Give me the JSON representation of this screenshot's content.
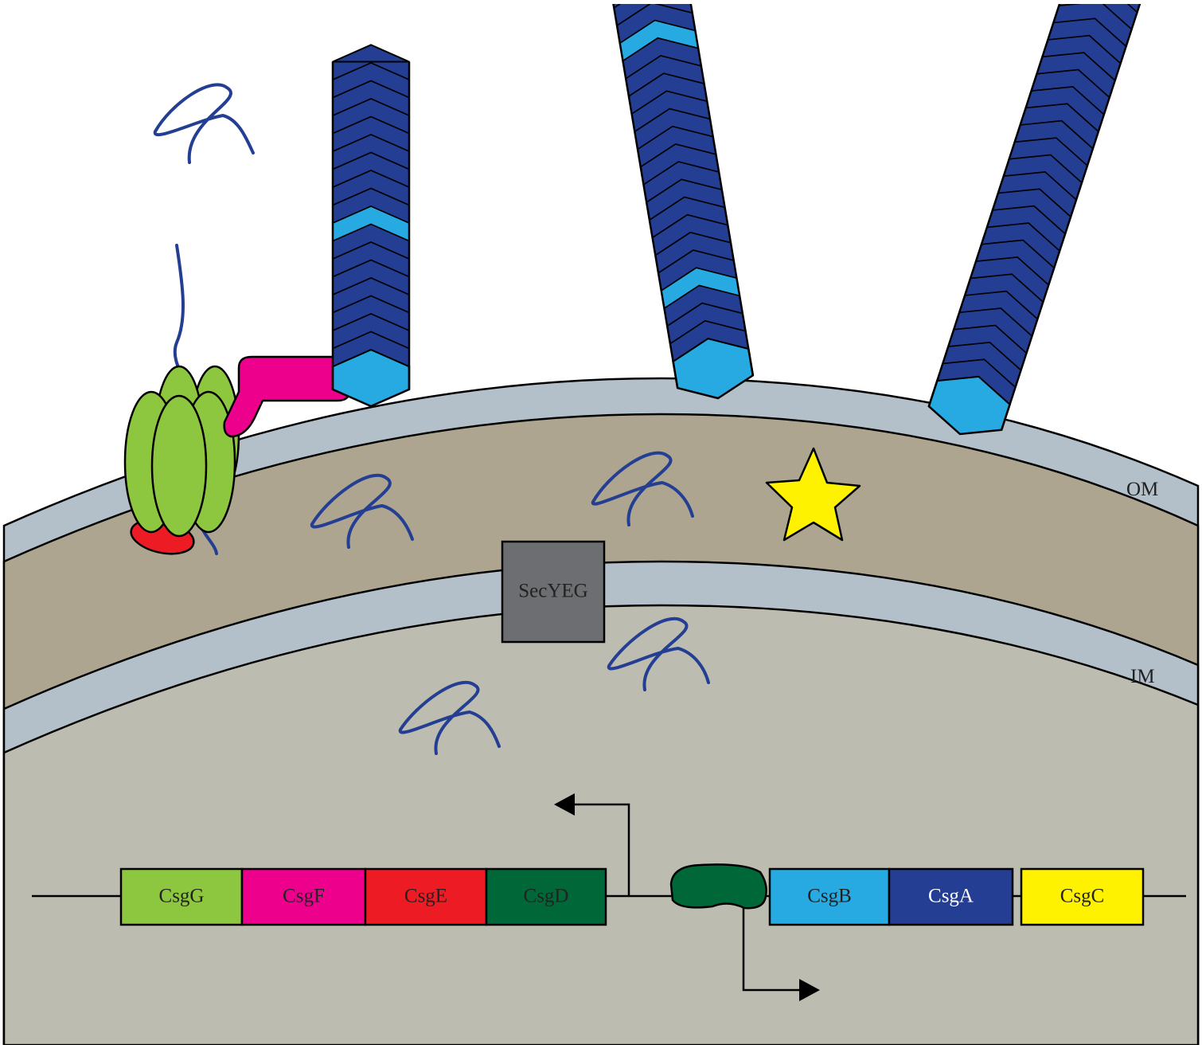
{
  "labels": {
    "outer_membrane": "OM",
    "inner_membrane": "IM",
    "translocon": "SecYEG"
  },
  "genes": [
    {
      "name": "CsgG",
      "color": "#8dc63f",
      "text_color": "#222222"
    },
    {
      "name": "CsgF",
      "color": "#ec008c",
      "text_color": "#222222"
    },
    {
      "name": "CsgE",
      "color": "#ed1c24",
      "text_color": "#222222"
    },
    {
      "name": "CsgD",
      "color": "#006838",
      "text_color": "#222222"
    },
    {
      "name": "CsgB",
      "color": "#27aae1",
      "text_color": "#222222"
    },
    {
      "name": "CsgA",
      "color": "#233e92",
      "text_color": "#ffffff"
    },
    {
      "name": "CsgC",
      "color": "#fff200",
      "text_color": "#222222"
    }
  ],
  "colors": {
    "membrane": "#b3c0c9",
    "periplasm": "#ada590",
    "cytoplasm": "#bcbcb0",
    "csgA": "#233e92",
    "csgB": "#27aae1",
    "csgG": "#8dc63f",
    "csgF": "#ec008c",
    "csgE": "#ed1c24",
    "csgD": "#006838",
    "csgC": "#fff200",
    "secyeg": "#6d6e71"
  }
}
